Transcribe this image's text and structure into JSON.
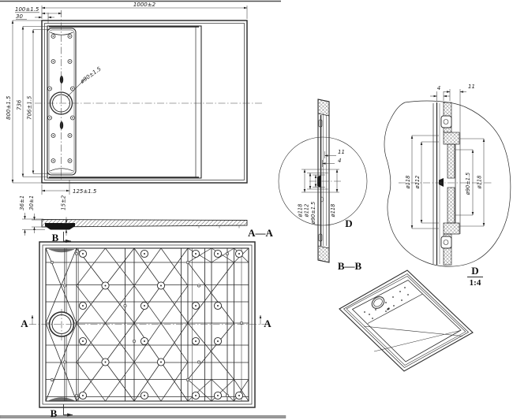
{
  "meta": {
    "background": "#ffffff",
    "ink": "#2b2b2b",
    "hatch": "#6b6b6b",
    "page_edge": "#9b9b9b"
  },
  "top_view": {
    "width": "1000±2",
    "drain_offset_x": "100±1.5",
    "rim": "30",
    "height": "800±1.5",
    "inner_height": "736",
    "bolt_span": "706±1.5",
    "drain_diameter": "ø90±1.5",
    "drain_strip_width": "125±1.5"
  },
  "section_aa": {
    "label": "A—A",
    "total_height": "36±1",
    "edge_height": "30±1",
    "drain_depth": "15±2"
  },
  "bottom_view": {
    "section_a_left": "A",
    "section_a_right": "A",
    "section_b_top": "B",
    "section_b_bottom": "B"
  },
  "section_bb": {
    "label": "B—B",
    "flange_width": "11",
    "wall": "4",
    "dia_outer_left": "ø118",
    "dia_mid": "ø112",
    "dia_drain": "ø90±1.5",
    "dia_outer_right": "ø118",
    "detail_marker": "D"
  },
  "detail_d": {
    "label": "D",
    "scale": "1:4",
    "wall": "4",
    "flange_width": "11",
    "dia_outer_left": "ø118",
    "dia_mid": "ø112",
    "dia_drain": "ø90±1.5",
    "dia_outer_right": "ø118"
  }
}
